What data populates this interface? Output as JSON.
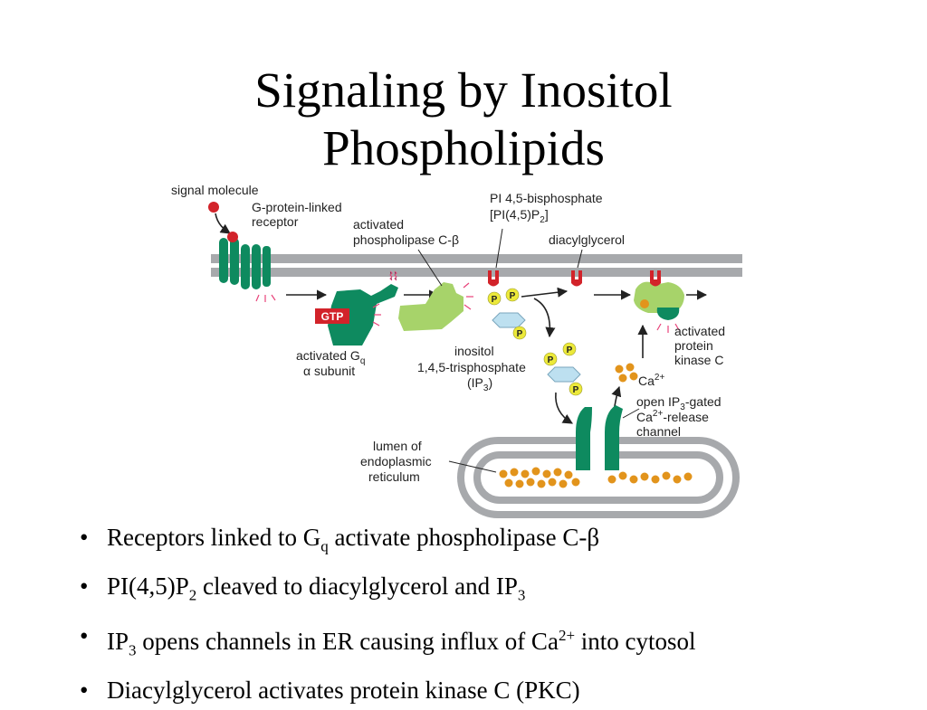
{
  "title": {
    "line1": "Signaling by Inositol",
    "line2": "Phospholipids"
  },
  "diagram": {
    "labels": {
      "signal_molecule": "signal molecule",
      "gpcr_1": "G-protein-linked",
      "gpcr_2": "receptor",
      "plc_1": "activated",
      "plc_2": "phospholipase C-β",
      "pip2_1": "PI 4,5-bisphosphate",
      "pip2_2a": "[PI(4,5)P",
      "pip2_2sub": "2",
      "pip2_2b": "]",
      "dag": "diacylglycerol",
      "gtp": "GTP",
      "gq_1a": "activated G",
      "gq_1sub": "q",
      "gq_2": "α subunit",
      "ip3_1": "inositol",
      "ip3_2": "1,4,5-trisphosphate",
      "ip3_3a": "(IP",
      "ip3_3sub": "3",
      "ip3_3b": ")",
      "ca": "Ca",
      "ca_sup": "2+",
      "pkc_1": "activated",
      "pkc_2": "protein",
      "pkc_3": "kinase C",
      "chan_1a": "open IP",
      "chan_1sub": "3",
      "chan_1b": "-gated",
      "chan_2a": "Ca",
      "chan_2sup": "2+",
      "chan_2b": "-release",
      "chan_3": "channel",
      "er_1": "lumen of",
      "er_2": "endoplasmic",
      "er_3": "reticulum",
      "phosphate": "P"
    },
    "colors": {
      "protein_dark": "#0e8a5f",
      "protein_light": "#a7d36a",
      "lipid_red": "#d2232a",
      "gtp_red": "#d2232a",
      "membrane_gray": "#a7a9ac",
      "phosphate_yellow": "#ece93a",
      "inositol_blue": "#bde0f0",
      "calcium_orange": "#e2941c",
      "flash_pink": "#e8437a"
    }
  },
  "bullets": [
    {
      "pre": "Receptors linked to G",
      "sub": "q",
      "post": " activate phospholipase C-β"
    },
    {
      "pre": "PI(4,5)P",
      "sub": "2",
      "mid": " cleaved to diacylglycerol and IP",
      "sub2": "3"
    },
    {
      "pre": "IP",
      "sub": "3",
      "mid": " opens channels in ER causing influx of Ca",
      "sup": "2+",
      "post": " into cytosol"
    },
    {
      "pre": "Diacylglycerol activates protein kinase C (PKC)"
    }
  ]
}
